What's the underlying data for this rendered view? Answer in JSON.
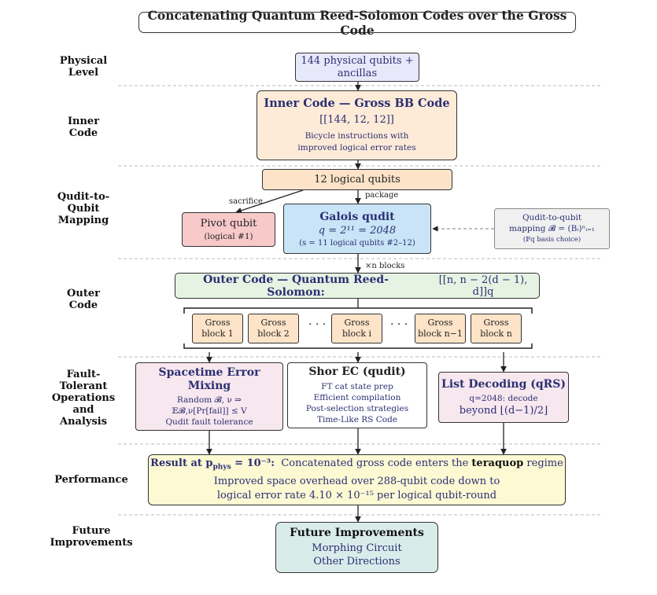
{
  "title": "Concatenating Quantum Reed-Solomon Codes over the Gross Code",
  "levels": {
    "physical": [
      "Physical",
      "Level"
    ],
    "inner": [
      "Inner",
      "Code"
    ],
    "mapping": [
      "Qudit-to-",
      "Qubit",
      "Mapping"
    ],
    "outer": [
      "Outer",
      "Code"
    ],
    "ft": [
      "Fault-",
      "Tolerant",
      "Operations",
      "and",
      "Analysis"
    ],
    "performance": [
      "Performance"
    ],
    "future": [
      "Future",
      "Improvements"
    ]
  },
  "physical_box": [
    "144 physical qubits +",
    "ancillas"
  ],
  "inner_box": {
    "title": "Inner Code — Gross BB Code",
    "params": "[[144, 12, 12]]",
    "desc": [
      "Bicycle instructions with",
      "improved logical error rates"
    ]
  },
  "logical_box": "12 logical qubits",
  "edge_labels": {
    "sacrifice": "sacrifice",
    "package": "package",
    "blocks": "×n blocks"
  },
  "pivot_box": {
    "title": "Pivot qubit",
    "sub": "(logical #1)"
  },
  "galois_box": {
    "title": "Galois qudit",
    "eq": "q = 2¹¹ = 2048",
    "sub": "(s = 11 logical qubits #2–12)"
  },
  "mapping_note": [
    "Qudit-to-qubit",
    "mapping 𝓑 = (Bᵢ)ⁿᵢ₌₁",
    "(𝔽q basis choice)"
  ],
  "outer_box": {
    "title": "Outer Code — Quantum Reed-Solomon:",
    "params": "[[n, n − 2(d − 1), d]]q"
  },
  "blocks": [
    [
      "Gross",
      "block 1"
    ],
    [
      "Gross",
      "block 2"
    ],
    [
      "Gross",
      "block i"
    ],
    [
      "Gross",
      "block n−1"
    ],
    [
      "Gross",
      "block n"
    ]
  ],
  "ellipsis": "· · ·",
  "spacetime_box": {
    "title": [
      "Spacetime Error",
      "Mixing"
    ],
    "lines": [
      "Random 𝓑, ν ⇒",
      "𝔼𝓑,ν[Pr[fail]] ≤ V",
      "Qudit fault tolerance"
    ]
  },
  "shor_box": {
    "title": "Shor EC (qudit)",
    "lines": [
      "FT cat state prep",
      "Efficient compilation",
      "Post-selection strategies",
      "Time-Like RS Code"
    ]
  },
  "list_box": {
    "title": "List Decoding (qRS)",
    "lines": [
      "q=2048: decode",
      "beyond ⌊(d−1)/2⌋"
    ]
  },
  "result_box": {
    "prefix": "Result at p",
    "sub": "phys",
    "eq": " = 10⁻³:",
    "text1": "Concatenated gross code enters the ",
    "bold": "teraquop",
    "text2": " regime",
    "line2": "Improved space overhead over 288-qubit code down to",
    "line3": "logical error rate 4.10 × 10⁻¹⁵ per logical qubit-round"
  },
  "future_box": {
    "title": "Future Improvements",
    "lines": [
      "Morphing Circuit",
      "Other Directions"
    ]
  },
  "colors": {
    "physical": "#e8e8fb",
    "inner": "#fdebd8",
    "logical": "#fde3c8",
    "pivot": "#f7c9c9",
    "galois": "#c9e4f6",
    "note": "#f0f0f0",
    "outer": "#e6f3e3",
    "block": "#fde3c8",
    "spacetime": "#f7e7ee",
    "shor": "#ffffff",
    "list": "#f7e7ee",
    "result": "#fdf9d3",
    "future": "#d9ecea"
  }
}
